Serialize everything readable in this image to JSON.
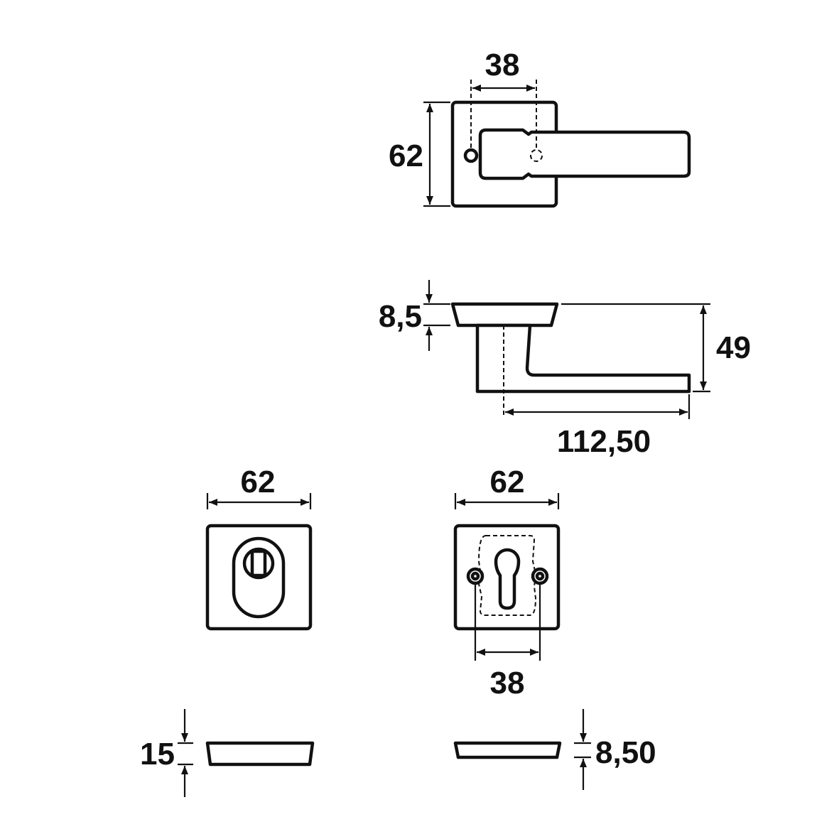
{
  "dimensions": {
    "lever_top_spacing": "38",
    "lever_top_rose_height": "62",
    "lever_side_rose_thickness": "8,5",
    "lever_side_height": "49",
    "lever_side_projection": "112,50",
    "privacy_rose_width": "62",
    "cylinder_rose_width": "62",
    "cylinder_screw_spacing": "38",
    "privacy_rose_thickness": "15",
    "cylinder_rose_thickness": "8,50"
  },
  "colors": {
    "line": "#111111",
    "background": "#ffffff"
  }
}
